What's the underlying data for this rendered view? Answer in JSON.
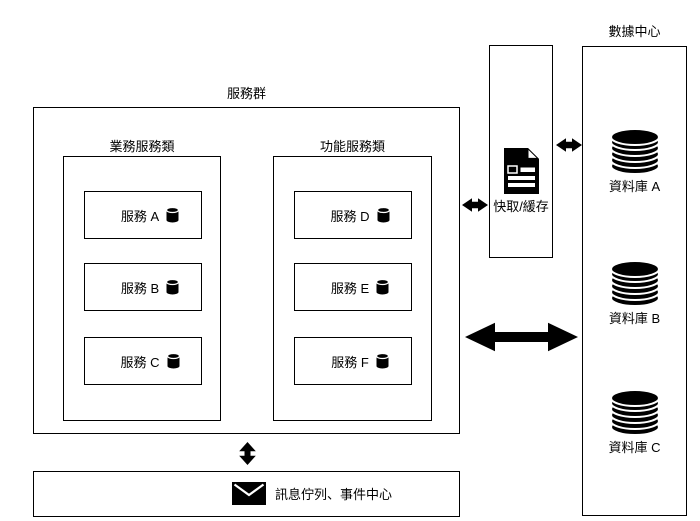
{
  "colors": {
    "ink": "#000000",
    "background": "#ffffff"
  },
  "service_group": {
    "label": "服務群",
    "business_class": {
      "label": "業務服務類",
      "services": [
        "服務 A",
        "服務 B",
        "服務 C"
      ]
    },
    "function_class": {
      "label": "功能服務類",
      "services": [
        "服務 D",
        "服務 E",
        "服務 F"
      ]
    }
  },
  "cache": {
    "label": "快取/緩存"
  },
  "data_center": {
    "label": "數據中心",
    "databases": [
      "資料庫 A",
      "資料庫 B",
      "資料庫 C"
    ]
  },
  "message_queue": {
    "label": "訊息佇列、事件中心"
  },
  "icons": {
    "cache": "document-icon",
    "service_storage": "database-cylinder-icon",
    "database": "database-stack-icon",
    "message_queue": "envelope-icon",
    "connectors": "bidirectional-arrow-icon"
  }
}
